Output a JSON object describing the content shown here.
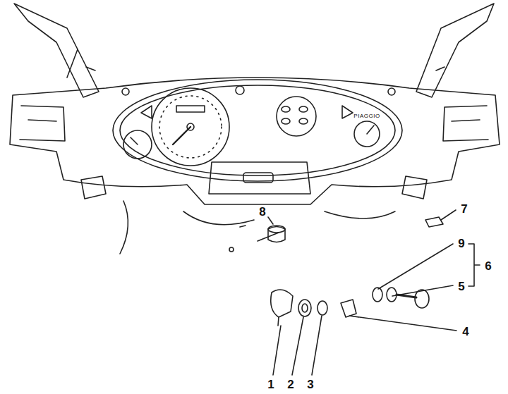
{
  "diagram": {
    "labels": [
      "1",
      "2",
      "3",
      "4",
      "5",
      "6",
      "7",
      "8",
      "9",
      "PIAGGIO"
    ]
  }
}
